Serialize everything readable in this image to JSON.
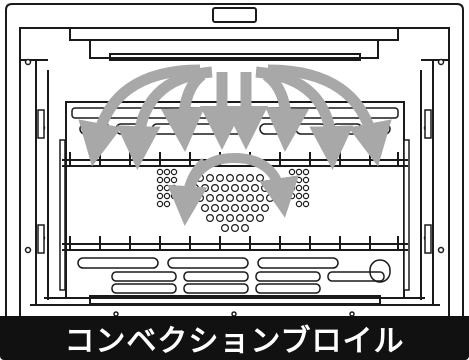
{
  "caption": "コンベクションブロイル",
  "colors": {
    "outline": "#1a1a1a",
    "arrow": "#a8a8a8",
    "banner_bg": "#111111",
    "banner_text": "#ffffff"
  },
  "illustration": {
    "subject": "oven-cavity-cross-section",
    "racks": 2,
    "airflow": "top-down-arrows-and-center-fan-circulation"
  }
}
